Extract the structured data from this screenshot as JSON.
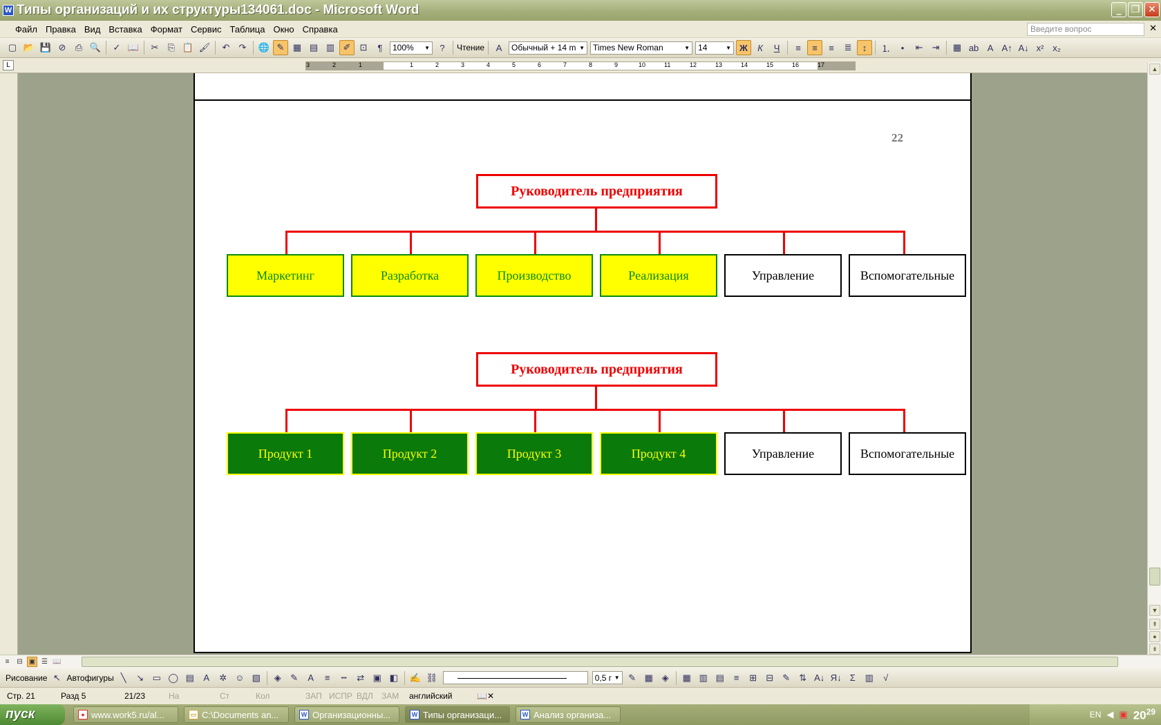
{
  "window": {
    "title": "Типы организаций и их структуры134061.doc - Microsoft Word",
    "icon": "word-doc-icon"
  },
  "menu": [
    "Файл",
    "Правка",
    "Вид",
    "Вставка",
    "Формат",
    "Сервис",
    "Таблица",
    "Окно",
    "Справка"
  ],
  "ask_placeholder": "Введите вопрос",
  "toolbar": {
    "zoom": "100%",
    "reading": "Чтение",
    "style": "Обычный + 14 m",
    "font": "Times New Roman",
    "size": "14"
  },
  "ruler": {
    "labels": [
      "3",
      "2",
      "1",
      "1",
      "2",
      "3",
      "4",
      "5",
      "6",
      "7",
      "8",
      "9",
      "10",
      "11",
      "12",
      "13",
      "14",
      "15",
      "16",
      "17"
    ]
  },
  "document": {
    "page_number": "22",
    "chart1": {
      "head": "Руководитель предприятия",
      "units": [
        "Маркетинг",
        "Разработка",
        "Производство",
        "Реализация",
        "Управление",
        "Вспомогательные"
      ]
    },
    "chart2": {
      "head": "Руководитель предприятия",
      "units": [
        "Продукт 1",
        "Продукт 2",
        "Продукт 3",
        "Продукт 4",
        "Управление",
        "Вспомогательные"
      ]
    }
  },
  "drawing": {
    "draw_menu": "Рисование",
    "autoshapes": "Автофигуры",
    "line_width": "0,5 г"
  },
  "status": {
    "page": "Стр. 21",
    "section": "Разд 5",
    "count": "21/23",
    "at": "На",
    "line": "Ст",
    "col": "Кол",
    "rec": "ЗАП",
    "trk": "ИСПР",
    "ext": "ВДЛ",
    "ovr": "ЗАМ",
    "lang": "английский"
  },
  "taskbar": {
    "start": "пуск",
    "tasks": [
      "www.work5.ru/al...",
      "C:\\Documents an...",
      "Организационны...",
      "Типы организаци...",
      "Анализ организа..."
    ],
    "lang": "EN",
    "clock_hour": "20",
    "clock_min": "29"
  },
  "colors": {
    "red": "#ee0000",
    "yellow": "#ffff00",
    "green": "#0a7a0a"
  }
}
